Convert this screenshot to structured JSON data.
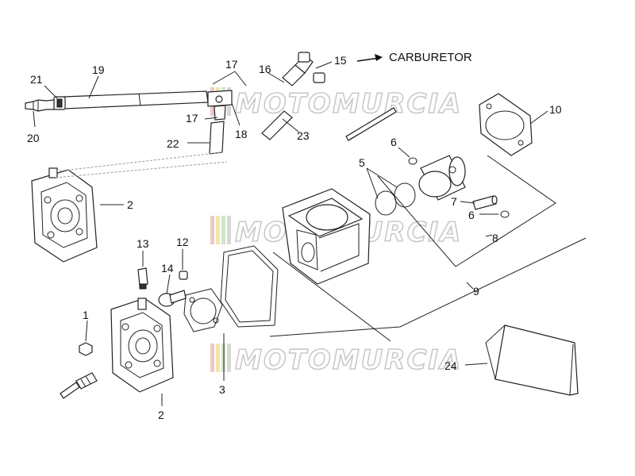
{
  "direction_label": "CARBURETOR",
  "watermark_text": "MOTOMURCIA",
  "watermark_flag_colors": [
    "#f0d0d0",
    "#f5e6a8",
    "#cfe6c8",
    "#d8d8d8"
  ],
  "callouts": [
    "1",
    "2",
    "2",
    "3",
    "5",
    "6",
    "6",
    "7",
    "8",
    "9",
    "10",
    "12",
    "13",
    "14",
    "15",
    "16",
    "17",
    "17",
    "18",
    "19",
    "20",
    "21",
    "22",
    "23",
    "24"
  ]
}
